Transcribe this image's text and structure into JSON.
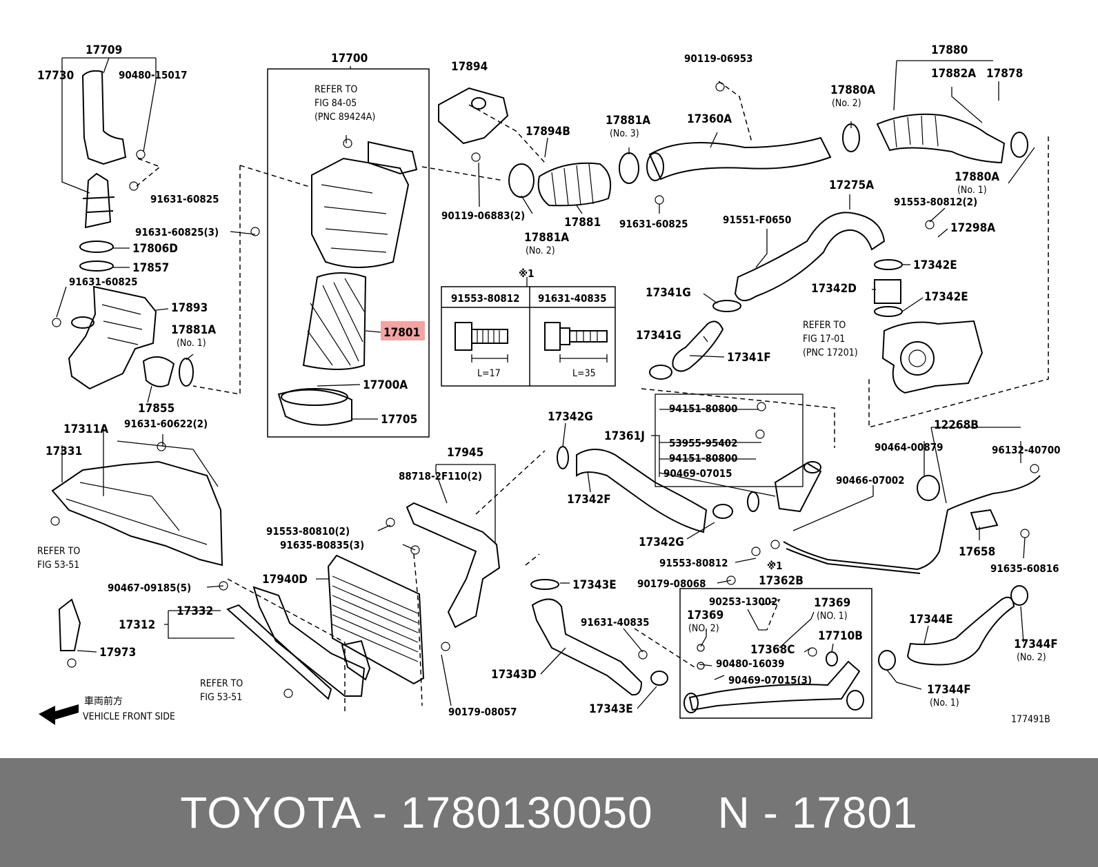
{
  "diagram": {
    "highlight_color": "#f4a3a3",
    "footer_color": "#767676",
    "drawing_id": "177491B",
    "front_arrow": {
      "label_jp": "車両前方",
      "label_en": "VEHICLE FRONT SIDE"
    },
    "notes": {
      "refer_84": [
        "REFER TO",
        "FIG 84-05",
        "(PNC 89424A)"
      ],
      "refer_17": [
        "REFER TO",
        "FIG 17-01",
        "(PNC 17201)"
      ],
      "refer_53a": [
        "REFER TO",
        "FIG 53-51"
      ],
      "refer_53b": [
        "REFER TO",
        "FIG 53-51"
      ],
      "mark1": "※1",
      "mark2": "※1"
    },
    "bolt_table": {
      "bolt1": "91553-80812",
      "bolt2": "91631-40835",
      "len1": "L=17",
      "len2": "L=35"
    },
    "labels": {
      "p17709": "17709",
      "p17730": "17730",
      "p90480_15017": "90480-15017",
      "p17700": "17700",
      "p17894": "17894",
      "p90119_06953": "90119-06953",
      "p17880": "17880",
      "p17882A": "17882A",
      "p17878": "17878",
      "p17880A_no2": "17880A",
      "no2_a": "(No. 2)",
      "p17894B": "17894B",
      "p17881A_no3": "17881A",
      "no3": "(No. 3)",
      "p17360A": "17360A",
      "p91631_60825_a": "91631-60825",
      "p90119_06883": "90119-06883(2)",
      "p17881": "17881",
      "p17881A_no2": "17881A",
      "no2_b": "(No. 2)",
      "p91631_60825_b": "91631-60825",
      "p17880A_no1": "17880A",
      "no1_a": "(No. 1)",
      "p17275A": "17275A",
      "p91553_80812_2": "91553-80812(2)",
      "p91551_F0650": "91551-F0650",
      "p17298A": "17298A",
      "p91631_60825_3": "91631-60825(3)",
      "p17806D": "17806D",
      "p17857": "17857",
      "p91631_60825_c": "91631-60825",
      "p17893": "17893",
      "p17881A_no1": "17881A",
      "no1_b": "(No. 1)",
      "p17855": "17855",
      "p17801": "17801",
      "p17700A": "17700A",
      "p17705": "17705",
      "p17342E_a": "17342E",
      "p17342D": "17342D",
      "p17342E_b": "17342E",
      "p17341G_a": "17341G",
      "p17341G_b": "17341G",
      "p17341F": "17341F",
      "p17311A": "17311A",
      "p91631_60622": "91631-60622(2)",
      "p17331": "17331",
      "p17342G_a": "17342G",
      "p17361J": "17361J",
      "p94151_80800_a": "94151-80800",
      "p53955_95402": "53955-95402",
      "p94151_80800_b": "94151-80800",
      "p90469_07015_a": "90469-07015",
      "p12268B": "12268B",
      "p90464_00879": "90464-00879",
      "p96132_40700": "96132-40700",
      "p90466_07002": "90466-07002",
      "p17945": "17945",
      "p88718_2F110": "88718-2F110(2)",
      "p91553_80810": "91553-80810(2)",
      "p91635_B0835": "91635-B0835(3)",
      "p17342F": "17342F",
      "p17342G_b": "17342G",
      "p91553_80812_b": "91553-80812",
      "p17658": "17658",
      "p91635_60816": "91635-60816",
      "p90467_09185": "90467-09185(5)",
      "p17940D": "17940D",
      "p17343E_a": "17343E",
      "p90179_08068": "90179-08068",
      "p17362B": "17362B",
      "p90253_13002": "90253-13002",
      "p17369_a": "17369",
      "no1_c": "(NO. 1)",
      "p17369_b": "17369",
      "no2_c": "(NO. 2)",
      "p17312": "17312",
      "p17332": "17332",
      "p17973": "17973",
      "p91631_40835": "91631-40835",
      "p17343D": "17343D",
      "p17368C": "17368C",
      "p17710B": "17710B",
      "p90480_16039": "90480-16039",
      "p90469_07015_b": "90469-07015(3)",
      "p17344E": "17344E",
      "p17344F_a": "17344F",
      "no2_d": "(No. 2)",
      "p17344F_b": "17344F",
      "no1_d": "(No. 1)",
      "p90179_08057": "90179-08057",
      "p17343E_b": "17343E"
    }
  },
  "footer": {
    "title": "TOYOTA - 1780130050     N - 17801"
  }
}
